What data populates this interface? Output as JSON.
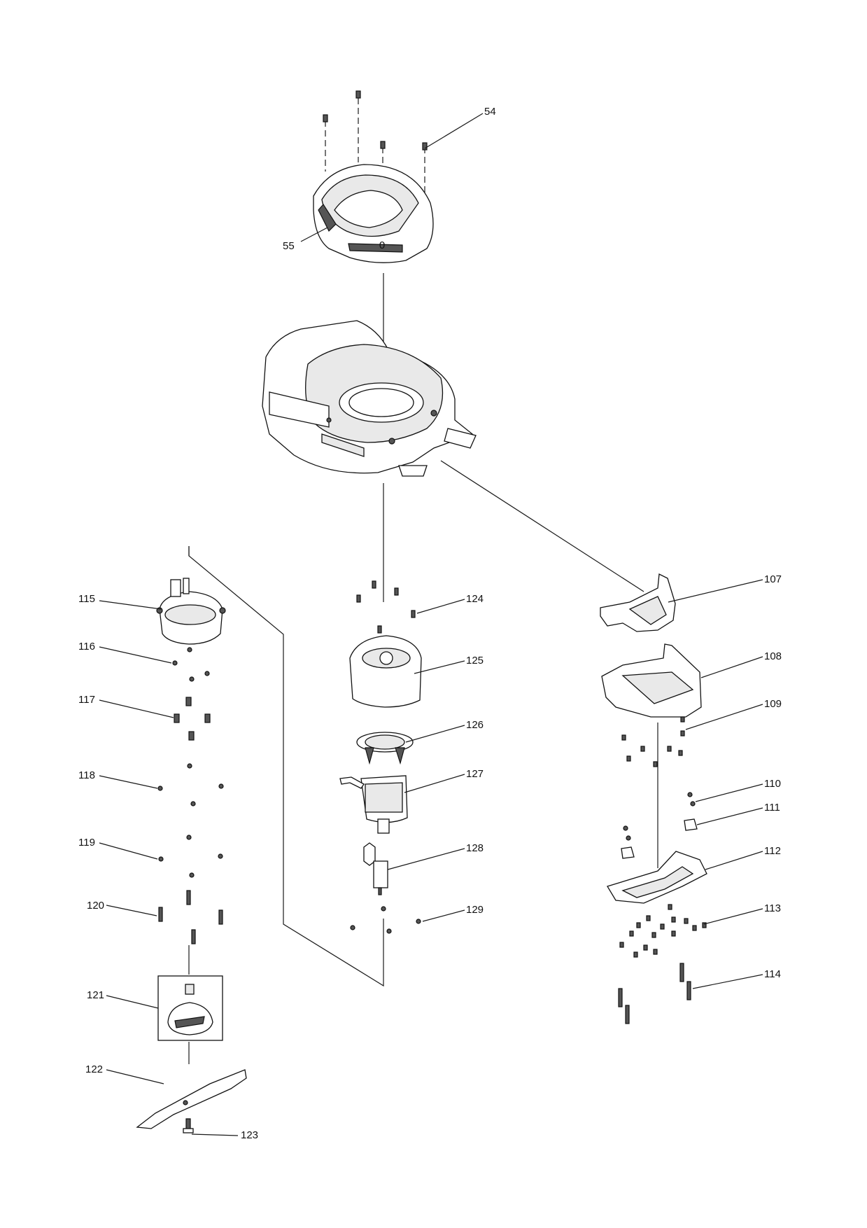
{
  "labels": {
    "l54": "54",
    "l55": "55",
    "l107": "107",
    "l108": "108",
    "l109": "109",
    "l110": "110",
    "l111": "111",
    "l112": "112",
    "l113": "113",
    "l114": "114",
    "l115": "115",
    "l116": "116",
    "l117": "117",
    "l118": "118",
    "l119": "119",
    "l120": "120",
    "l121": "121",
    "l122": "122",
    "l123": "123",
    "l124": "124",
    "l125": "125",
    "l126": "126",
    "l127": "127",
    "l128": "128",
    "l129": "129"
  },
  "switch_text": "0"
}
